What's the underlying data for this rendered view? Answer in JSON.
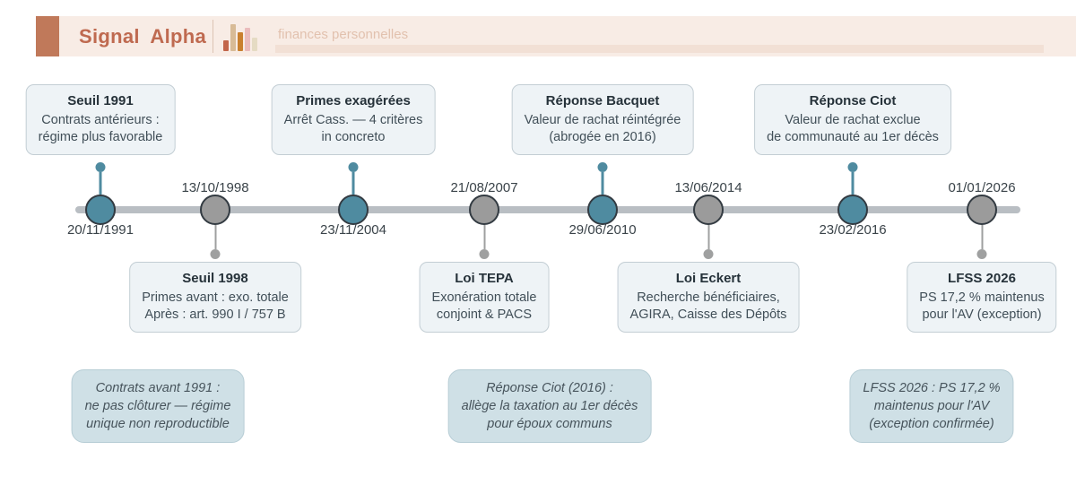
{
  "header": {
    "brand": "Signal Alpha",
    "subtitle": "finances personnelles"
  },
  "timeline": {
    "events": [
      {
        "date": "20/11/1991",
        "title": "Seuil 1991",
        "lines": [
          "Contrats antérieurs :",
          "régime plus favorable"
        ]
      },
      {
        "date": "13/10/1998",
        "title": "Seuil 1998",
        "lines": [
          "Primes avant : exo. totale",
          "Après : art. 990 I / 757 B"
        ]
      },
      {
        "date": "23/11/2004",
        "title": "Primes exagérées",
        "lines": [
          "Arrêt Cass. — 4 critères",
          "in concreto"
        ]
      },
      {
        "date": "21/08/2007",
        "title": "Loi TEPA",
        "lines": [
          "Exonération totale",
          "conjoint & PACS"
        ]
      },
      {
        "date": "29/06/2010",
        "title": "Réponse Bacquet",
        "lines": [
          "Valeur de rachat réintégrée",
          "(abrogée en 2016)"
        ]
      },
      {
        "date": "13/06/2014",
        "title": "Loi Eckert",
        "lines": [
          "Recherche bénéficiaires,",
          "AGIRA, Caisse des Dépôts"
        ]
      },
      {
        "date": "23/02/2016",
        "title": "Réponse Ciot",
        "lines": [
          "Valeur de rachat exclue",
          "de communauté au 1er décès"
        ]
      },
      {
        "date": "01/01/2026",
        "title": "LFSS 2026",
        "lines": [
          "PS 17,2 % maintenus",
          "pour l'AV (exception)"
        ]
      }
    ]
  },
  "notes": [
    {
      "lines": [
        "Contrats avant 1991 :",
        "ne pas clôturer — régime",
        "unique non reproductible"
      ]
    },
    {
      "lines": [
        "Réponse Ciot (2016) :",
        "allège la taxation au 1er décès",
        "pour époux communs"
      ]
    },
    {
      "lines": [
        "LFSS 2026 : PS 17,2 %",
        "maintenus pour l'AV",
        "(exception confirmée)"
      ]
    }
  ],
  "colors": {
    "accent_teal": "#4f8ba0",
    "node_gray": "#9b9b9b",
    "brand_orange": "#bf6a50",
    "timeline_bar": "#b9bec3",
    "card_bg": "#eef3f6",
    "note_bg": "#cfe0e6"
  }
}
